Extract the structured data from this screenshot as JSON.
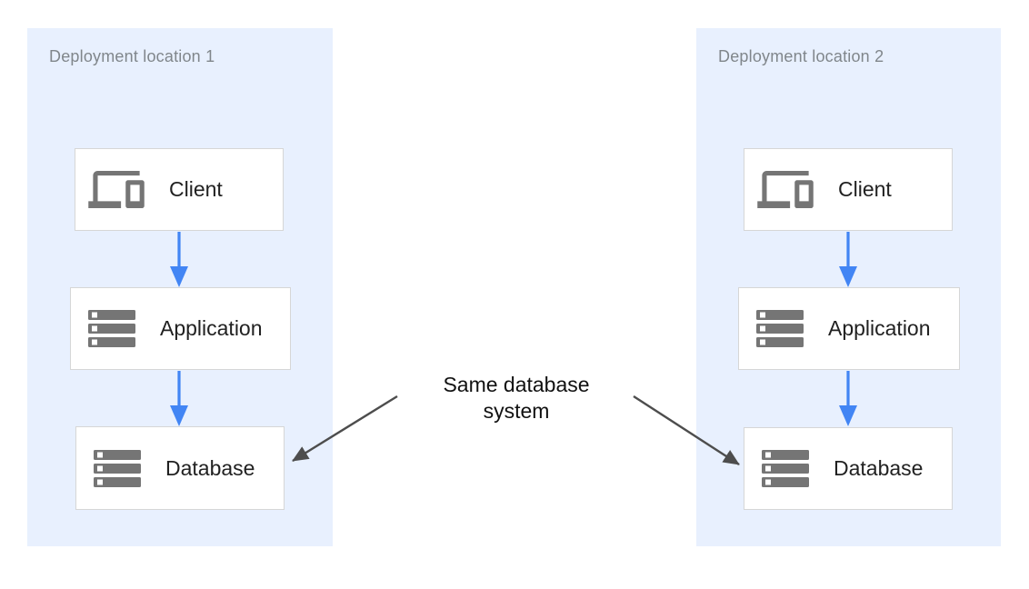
{
  "diagram": {
    "zones": [
      {
        "title": "Deployment location 1",
        "nodes": [
          {
            "label": "Client",
            "icon": "devices-icon"
          },
          {
            "label": "Application",
            "icon": "server-stack-icon"
          },
          {
            "label": "Database",
            "icon": "server-stack-icon"
          }
        ]
      },
      {
        "title": "Deployment location 2",
        "nodes": [
          {
            "label": "Client",
            "icon": "devices-icon"
          },
          {
            "label": "Application",
            "icon": "server-stack-icon"
          },
          {
            "label": "Database",
            "icon": "server-stack-icon"
          }
        ]
      }
    ],
    "annotation": {
      "line1": "Same database",
      "line2": "system"
    },
    "edges": [
      {
        "from": "client-1",
        "to": "application-1",
        "style": "blue-arrow"
      },
      {
        "from": "application-1",
        "to": "database-1",
        "style": "blue-arrow"
      },
      {
        "from": "client-2",
        "to": "application-2",
        "style": "blue-arrow"
      },
      {
        "from": "application-2",
        "to": "database-2",
        "style": "blue-arrow"
      },
      {
        "from": "same-database-label",
        "to": "database-1",
        "style": "dark-arrow"
      },
      {
        "from": "same-database-label",
        "to": "database-2",
        "style": "dark-arrow"
      }
    ],
    "colors": {
      "zone_bg": "#e8f0fe",
      "zone_title": "#80868b",
      "node_bg": "#ffffff",
      "node_border": "#d6d6d6",
      "node_label": "#212121",
      "icon": "#757575",
      "flow_arrow": "#4285f4",
      "annotation_arrow": "#4d4d4d",
      "annotation_text": "#111111"
    }
  }
}
